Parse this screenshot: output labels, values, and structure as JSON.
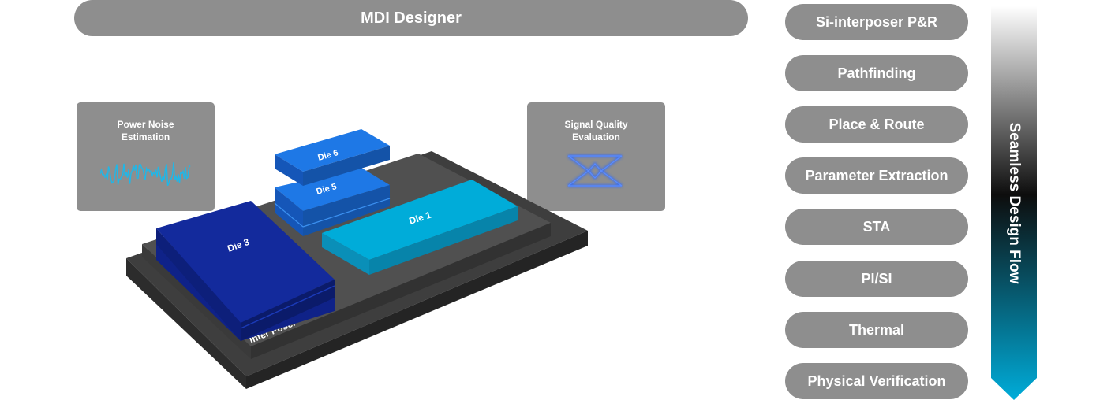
{
  "header": {
    "title": "MDI Designer"
  },
  "cards": {
    "power": {
      "title": "Power Noise\nEstimation"
    },
    "signal": {
      "title": "Signal Quality\nEvaluation"
    }
  },
  "package": {
    "interposer_label": "Inter Poser",
    "dies": {
      "die6": "Die 6",
      "die5": "Die 5",
      "die3": "Die 3",
      "die1": "Die 1"
    }
  },
  "flow": {
    "label": "Seamless Design Flow",
    "steps": [
      "Si-interposer P&R",
      "Pathfinding",
      "Place & Route",
      "Parameter Extraction",
      "STA",
      "PI/SI",
      "Thermal",
      "Physical Verification"
    ]
  },
  "colors": {
    "pill_gray": "#8e8e8e",
    "die_blue": "#1e78e6",
    "die_navy": "#132a9c",
    "die_cyan": "#00acd9",
    "substrate": "#3e3e3e",
    "waveform": "#1fb7e8"
  }
}
